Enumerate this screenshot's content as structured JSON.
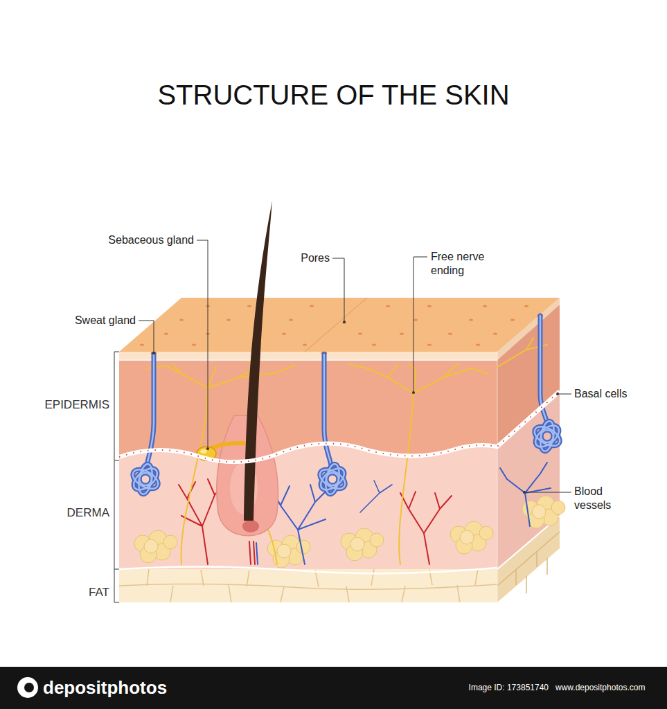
{
  "diagram": {
    "title": "STRUCTURE OF THE SKIN",
    "labels": [
      "Sebaceous gland",
      "Pores",
      "Free nerve ending",
      "Sweat gland",
      "EPIDERMIS",
      "Basal cells",
      "DERMA",
      "Blood vessels",
      "FAT",
      "depositphotos",
      "Image ID: 173851740",
      "www.depositphotos.com"
    ]
  }
}
